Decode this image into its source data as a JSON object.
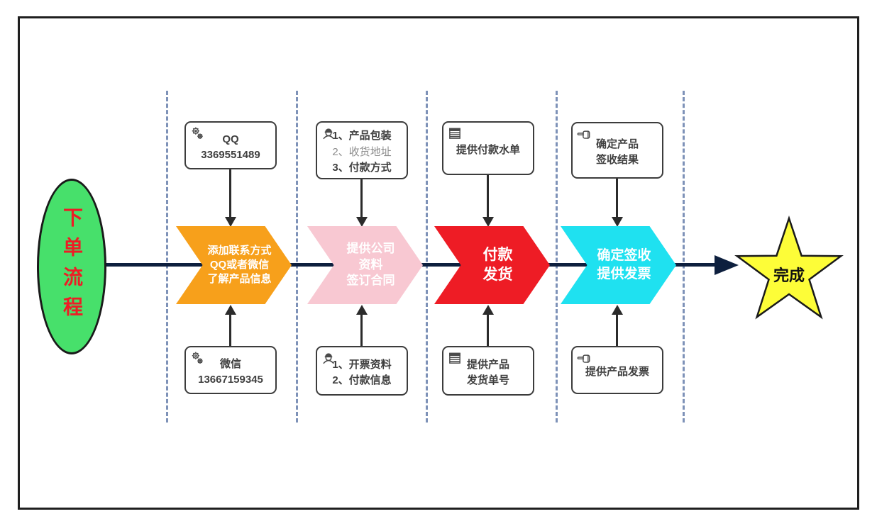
{
  "title": "下单流程",
  "start_node": {
    "label": "下单流程"
  },
  "finish_node": {
    "label": "完成"
  },
  "colors": {
    "start_fill": "#47E06B",
    "start_text": "#EE1C25",
    "stage_contact": "#F7A01B",
    "stage_company": "#F8C8D2",
    "stage_payment": "#EE1C25",
    "stage_receipt": "#1FE1F0",
    "finish_fill": "#FDFD38",
    "flow_line": "#0D1F3E",
    "lane_divider": "#7E92B8"
  },
  "stages": [
    {
      "name": "contact",
      "color": "#F7A01B",
      "label_lines": [
        "添加联系方式",
        "QQ或者微信",
        "了解产品信息"
      ],
      "top_box": {
        "icon": "gears-icon",
        "lines": [
          "QQ",
          "3369551489"
        ]
      },
      "bottom_box": {
        "icon": "gears-icon",
        "lines": [
          "微信",
          "13667159345"
        ]
      }
    },
    {
      "name": "company-info",
      "color": "#F8C8D2",
      "label_lines": [
        "提供公司",
        "资料",
        "签订合同"
      ],
      "top_box": {
        "icon": "worker-icon",
        "lines": [
          "1、产品包装",
          "2、收货地址",
          "3、付款方式"
        ]
      },
      "bottom_box": {
        "icon": "worker-icon",
        "lines": [
          "1、开票资料",
          "2、付款信息"
        ]
      }
    },
    {
      "name": "payment-shipping",
      "color": "#EE1C25",
      "label_lines": [
        "付款",
        "发货"
      ],
      "top_box": {
        "icon": "ledger-icon",
        "lines": [
          "提供付款水单"
        ]
      },
      "bottom_box": {
        "icon": "ledger-icon",
        "lines": [
          "提供产品",
          "发货单号"
        ]
      }
    },
    {
      "name": "receipt-invoice",
      "color": "#1FE1F0",
      "label_lines": [
        "确定签收",
        "提供发票"
      ],
      "top_box": {
        "icon": "pointing-hand-icon",
        "lines": [
          "确定产品",
          "签收结果"
        ]
      },
      "bottom_box": {
        "icon": "pointing-hand-icon",
        "lines": [
          "提供产品发票"
        ]
      }
    }
  ]
}
